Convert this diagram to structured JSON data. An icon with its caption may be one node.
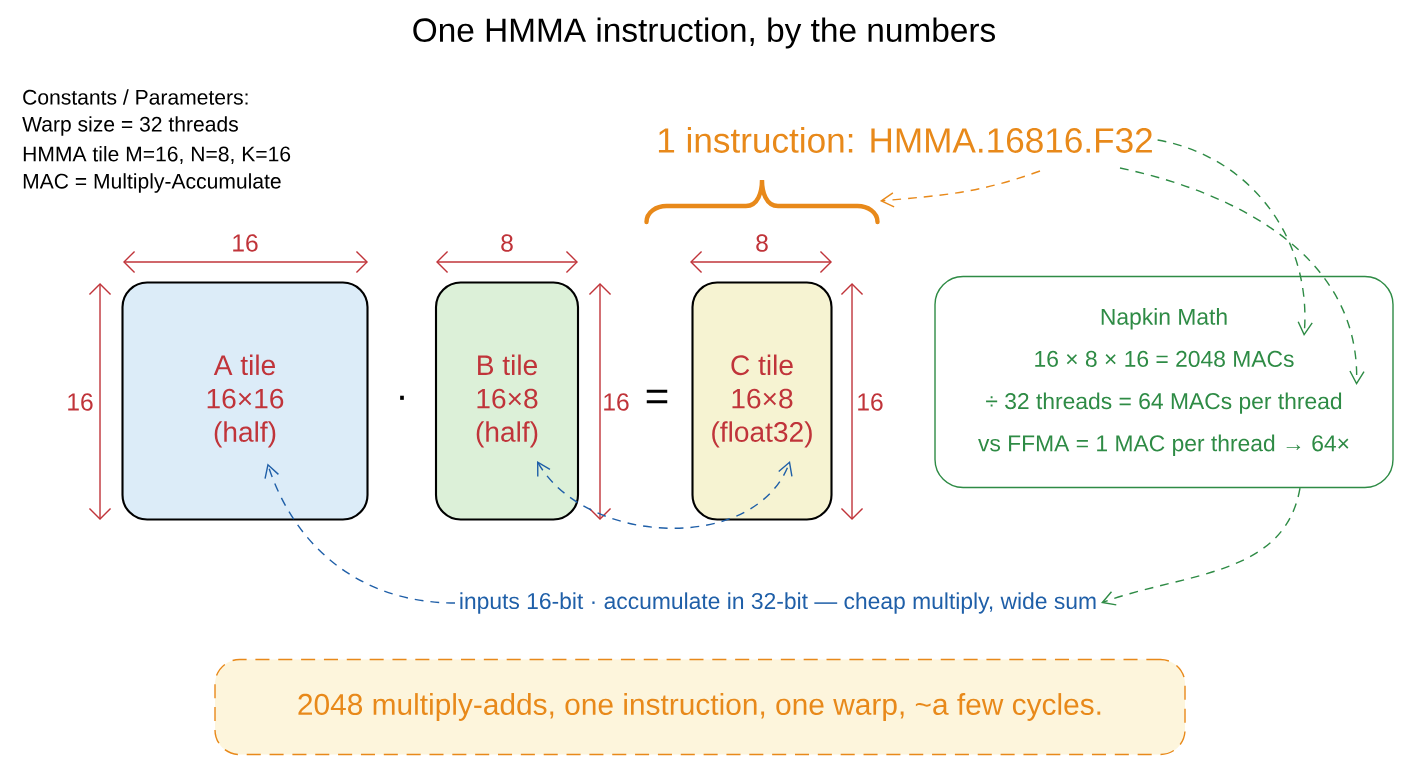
{
  "diagram": {
    "title": "One HMMA instruction, by the numbers",
    "nodes": [
      {
        "text": [
          "A tile",
          "16×16",
          "(half)"
        ]
      },
      {
        "text": [
          "B tile",
          "16×8",
          "(half)"
        ]
      },
      {
        "text": [
          "C tile",
          "16×8",
          "(float32)"
        ]
      },
      {
        "text": [
          "1 instruction: HMMA.16816.F32"
        ]
      },
      {
        "text": [],
        "shape": "brace"
      },
      {
        "text": [
          "Napkin Math",
          "16 × 8 × 16 = 2048 MACs",
          "÷ 32 threads = 64 MACs per thread",
          "vs FFMA = 1 MAC per thread → 64×"
        ]
      },
      {
        "text": [
          "inputs 16-bit · accumulate in 32-bit — cheap multiply, wide sum"
        ]
      },
      {
        "text": [
          "2048 multiply-adds, one instruction, one warp, ~a few cycles."
        ]
      }
    ],
    "edges": [
      {
        "from": 3,
        "to": 4,
        "arrow": "to",
        "style": "dashed",
        "color": "#e8891a"
      },
      {
        "from": 3,
        "to": 5,
        "arrow": "to",
        "style": "dashed"
      },
      {
        "from": 3,
        "to": 5,
        "arrow": "to",
        "style": "dashed"
      },
      {
        "from": 5,
        "to": 6,
        "arrow": "to",
        "style": "dashed"
      },
      {
        "from": 6,
        "to": 0,
        "arrow": "to",
        "style": "dashed",
        "color": "#1f5fa8"
      },
      {
        "from": 1,
        "to": 2,
        "arrow": "both",
        "style": "dashed",
        "color": "#1f5fa8"
      }
    ],
    "labels": [
      "Constants / Parameters:",
      "Warp size = 32 threads",
      "HMMA tile M=16, N=8, K=16",
      "MAC = Multiply-Accumulate",
      "16",
      "8",
      "8",
      "16",
      "·",
      "16",
      "=",
      "16"
    ]
  }
}
